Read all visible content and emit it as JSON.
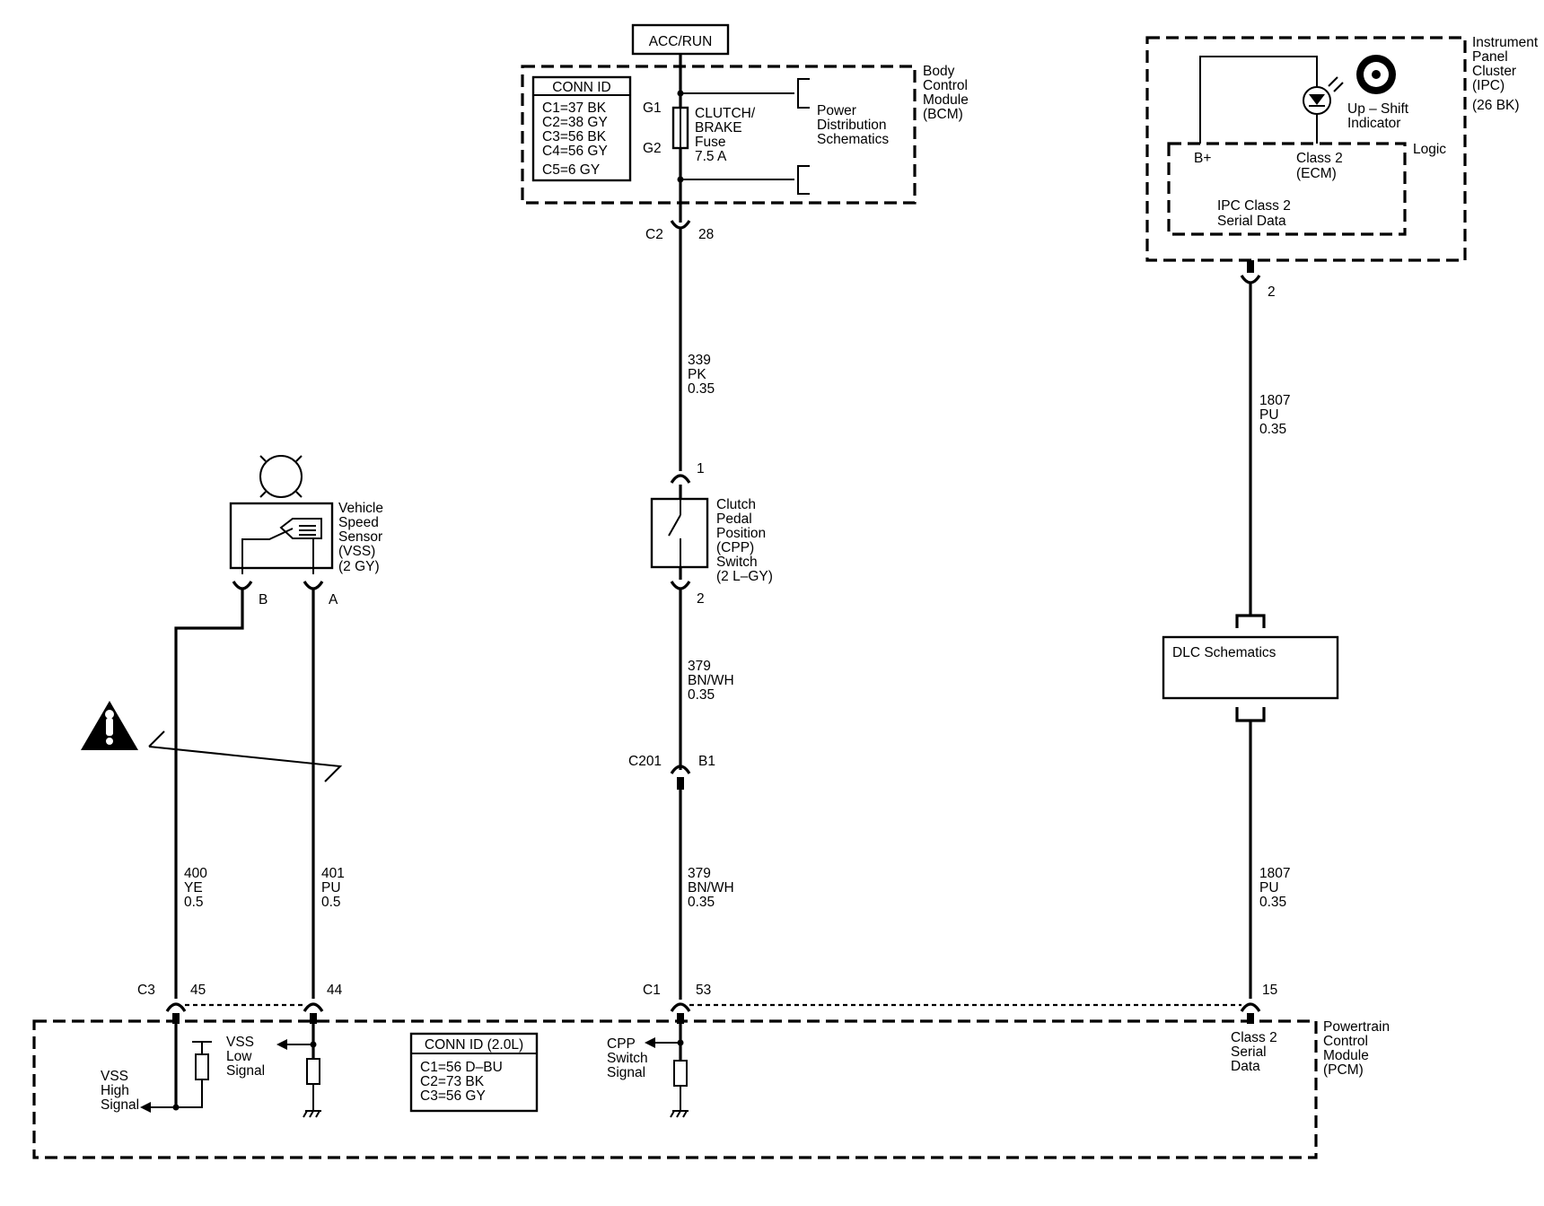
{
  "power_source": "ACC/RUN",
  "bcm": {
    "label": [
      "Body",
      "Control",
      "Module",
      "(BCM)"
    ],
    "conn_title": "CONN ID",
    "conn_rows": [
      "C1=37 BK",
      "C2=38 GY",
      "C3=56 BK",
      "C4=56 GY",
      "C5=6 GY"
    ],
    "g1": "G1",
    "g2": "G2",
    "fuse_label": [
      "CLUTCH/",
      "BRAKE",
      "Fuse",
      "7.5 A"
    ],
    "power_dist": [
      "Power",
      "Distribution",
      "Schematics"
    ],
    "connector": "C2",
    "pin": "28"
  },
  "wire_339": [
    "339",
    "PK",
    "0.35"
  ],
  "cpp_switch": {
    "pin_top": "1",
    "pin_bottom": "2",
    "label": [
      "Clutch",
      "Pedal",
      "Position",
      "(CPP)",
      "Switch",
      "(2 L–GY)"
    ]
  },
  "wire_379_top": [
    "379",
    "BN/WH",
    "0.35"
  ],
  "c201": {
    "connector": "C201",
    "pin": "B1"
  },
  "wire_379_bottom": [
    "379",
    "BN/WH",
    "0.35"
  ],
  "vss": {
    "label": [
      "Vehicle",
      "Speed",
      "Sensor",
      "(VSS)",
      "(2 GY)"
    ],
    "pin_b": "B",
    "pin_a": "A"
  },
  "wire_400": [
    "400",
    "YE",
    "0.5"
  ],
  "wire_401": [
    "401",
    "PU",
    "0.5"
  ],
  "ipc": {
    "label": [
      "Instrument",
      "Panel",
      "Cluster",
      "(IPC)",
      "(26 BK)"
    ],
    "indicator": [
      "Up – Shift",
      "Indicator"
    ],
    "logic": "Logic",
    "b_plus": "B+",
    "class2": [
      "Class 2",
      "(ECM)"
    ],
    "serial": [
      "IPC Class 2",
      "Serial Data"
    ],
    "pin": "2"
  },
  "wire_1807_top": [
    "1807",
    "PU",
    "0.35"
  ],
  "dlc": "DLC Schematics",
  "wire_1807_bottom": [
    "1807",
    "PU",
    "0.35"
  ],
  "pcm": {
    "label": [
      "Powertrain",
      "Control",
      "Module",
      "(PCM)"
    ],
    "c3": "C3",
    "pin45": "45",
    "pin44": "44",
    "c1": "C1",
    "pin53": "53",
    "pin15": "15",
    "vss_high": [
      "VSS",
      "High",
      "Signal"
    ],
    "vss_low": [
      "VSS",
      "Low",
      "Signal"
    ],
    "cpp_signal": [
      "CPP",
      "Switch",
      "Signal"
    ],
    "class2_serial": [
      "Class 2",
      "Serial",
      "Data"
    ],
    "conn_title": "CONN ID (2.0L)",
    "conn_rows": [
      "C1=56 D–BU",
      "C2=73 BK",
      "C3=56 GY"
    ]
  }
}
